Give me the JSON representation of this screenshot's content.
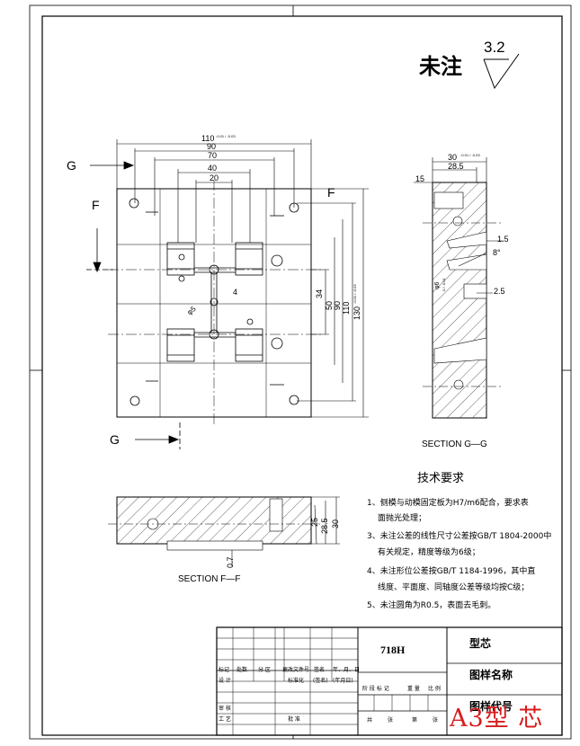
{
  "header": {
    "unnoted": "未注",
    "roughness": "3.2"
  },
  "section_gg": {
    "view_letter_top": "G",
    "view_letter_bottom": "G",
    "dims": {
      "d30": "30",
      "d30_tol": "-0.01 / -0.03",
      "d28_5": "28.5",
      "d15": "15",
      "d1_5": "1.5",
      "d8deg": "8°",
      "d2_5": "2.5",
      "d6": "φ6",
      "d6_tol": "0 / -0.01"
    },
    "caption": "SECTION  G—G"
  },
  "plan_view": {
    "view_letter_left": "F",
    "view_letter_right": "F",
    "dims_top": {
      "d110": "110",
      "d110_tol": "-0.01 / -0.03",
      "d90": "90",
      "d70": "70",
      "d40": "40",
      "d20": "20"
    },
    "dims_right": {
      "d34": "34",
      "d50": "50",
      "d90": "90",
      "d110": "110",
      "d130": "130",
      "d130_tol": "-0.01 / -0.03"
    },
    "dims_center": {
      "d4": "4",
      "d5": "φ5"
    }
  },
  "section_ff": {
    "dims": {
      "d25": "25",
      "d28_5": "28.5",
      "d30": "30",
      "d0_7": "0.7"
    },
    "caption": "SECTION  F—F"
  },
  "tech_requirements": {
    "title": "技术要求",
    "items": [
      "1、侧模与动模固定板为H7/m6配合，要求表",
      "面抛光处理；",
      "3、未注公差的线性尺寸公差按GB/T 1804-2000中",
      "有关规定，精度等级为6级；",
      "4、未注形位公差按GB/T 1184-1996，其中直",
      "线度、平面度、同轴度公差等级均按C级；",
      "5、未注圆角为R0.5，表面去毛刺。"
    ]
  },
  "title_block": {
    "material": "718H",
    "part_name": "型芯",
    "drawing_name_label": "图样名称",
    "drawing_code_label": "图样代号",
    "row_labels": {
      "mark": "标记",
      "count": "处数",
      "zone": "分 区",
      "change_doc": "更改文件号",
      "sign": "签名",
      "date": "年、月、日",
      "design": "设 计",
      "standardize": "标准化",
      "sign2": "(签名)",
      "date2": "(年月日)",
      "review": "审 核",
      "process": "工 艺",
      "approve": "批 准",
      "stage_mark": "阶 段 标 记",
      "weight": "重 量",
      "scale": "比 例",
      "total": "共",
      "sheets": "张",
      "page": "第",
      "sheet": "张"
    }
  },
  "stamp": "A3型 芯"
}
